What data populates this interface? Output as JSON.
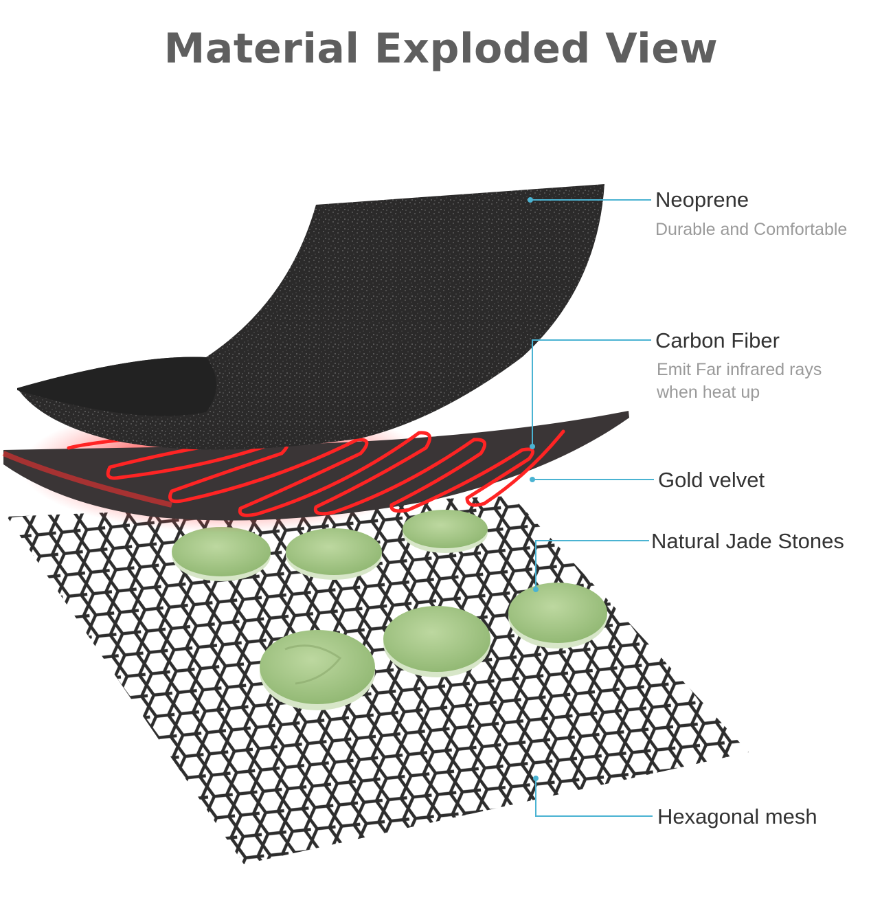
{
  "title": "Material Exploded View",
  "colors": {
    "title": "#5f5f5f",
    "leader": "#4ab3d2",
    "neoprene": "#2b2a2a",
    "heating_wire": "#ff1a1a",
    "velvet": "#3a3536",
    "jade": "#a8c987",
    "mesh": "#2d2d2d"
  },
  "layers": [
    {
      "name": "Neoprene",
      "description": "Durable and Comfortable"
    },
    {
      "name": "Carbon Fiber",
      "description_lines": [
        "Emit Far infrared rays",
        "when heat up"
      ]
    },
    {
      "name": "Gold velvet"
    },
    {
      "name": "Natural Jade Stones"
    },
    {
      "name": "Hexagonal mesh"
    }
  ]
}
